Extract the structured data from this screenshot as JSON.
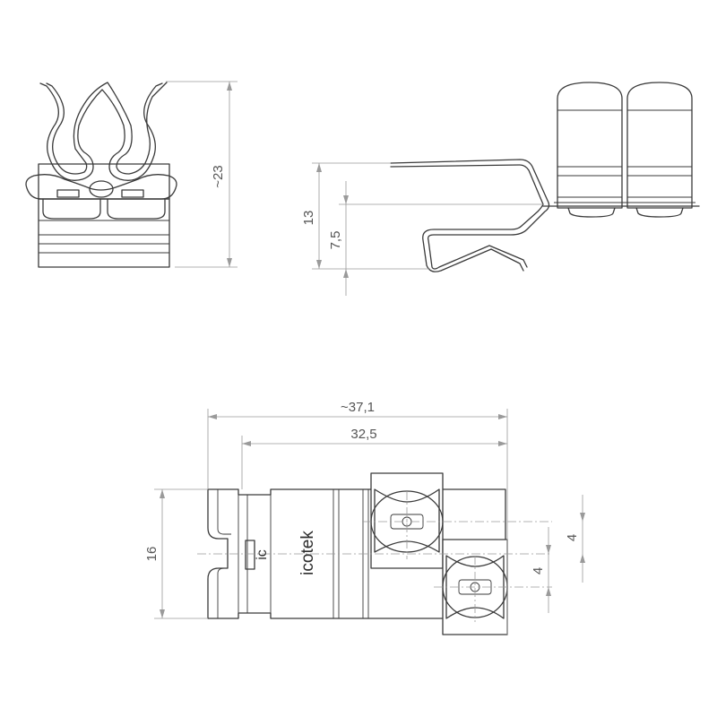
{
  "front_view": {
    "dimensions": {
      "height": "~23"
    }
  },
  "side_view": {
    "dimensions": {
      "overall_height": "13",
      "lower_height": "7,5"
    }
  },
  "top_view": {
    "brand_text": "icotek",
    "side_mark": "ic",
    "dimensions": {
      "overall_length": "~37,1",
      "body_length": "32,5",
      "width": "16",
      "offset_upper": "4",
      "offset_lower": "4"
    }
  },
  "colors": {
    "outline": "#3a3a3a",
    "dimension_line": "#9a9a9a",
    "dimension_text": "#555555",
    "background": "#ffffff"
  }
}
